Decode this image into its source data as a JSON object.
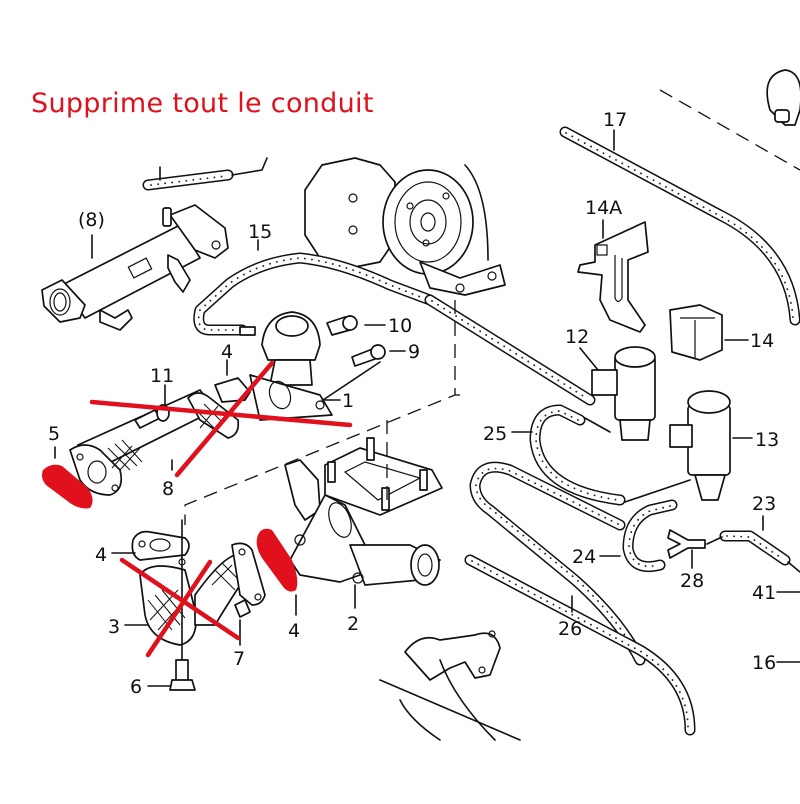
{
  "annotation": {
    "title": "Supprime tout le conduit",
    "color": "#e0101c"
  },
  "labels": {
    "p1": "1",
    "p2": "2",
    "p3": "3",
    "p4a": "4",
    "p4b": "4",
    "p4c": "4",
    "p5": "5",
    "p6": "6",
    "p7": "7",
    "p8": "8",
    "p8b": "(8)",
    "p9": "9",
    "p10": "10",
    "p11": "11",
    "p12": "12",
    "p13": "13",
    "p14": "14",
    "p14a": "14A",
    "p15": "15",
    "p16": "16",
    "p17": "17",
    "p23": "23",
    "p24": "24",
    "p25": "25",
    "p26": "26",
    "p28": "28",
    "p41": "41"
  },
  "markings": {
    "crossed_out_parts": [
      "11",
      "4",
      "1",
      "8",
      "3",
      "7"
    ],
    "blanked_flanges": [
      "5",
      "4"
    ]
  },
  "colors": {
    "line": "#111111",
    "mark": "#e0101c",
    "background": "#ffffff"
  }
}
